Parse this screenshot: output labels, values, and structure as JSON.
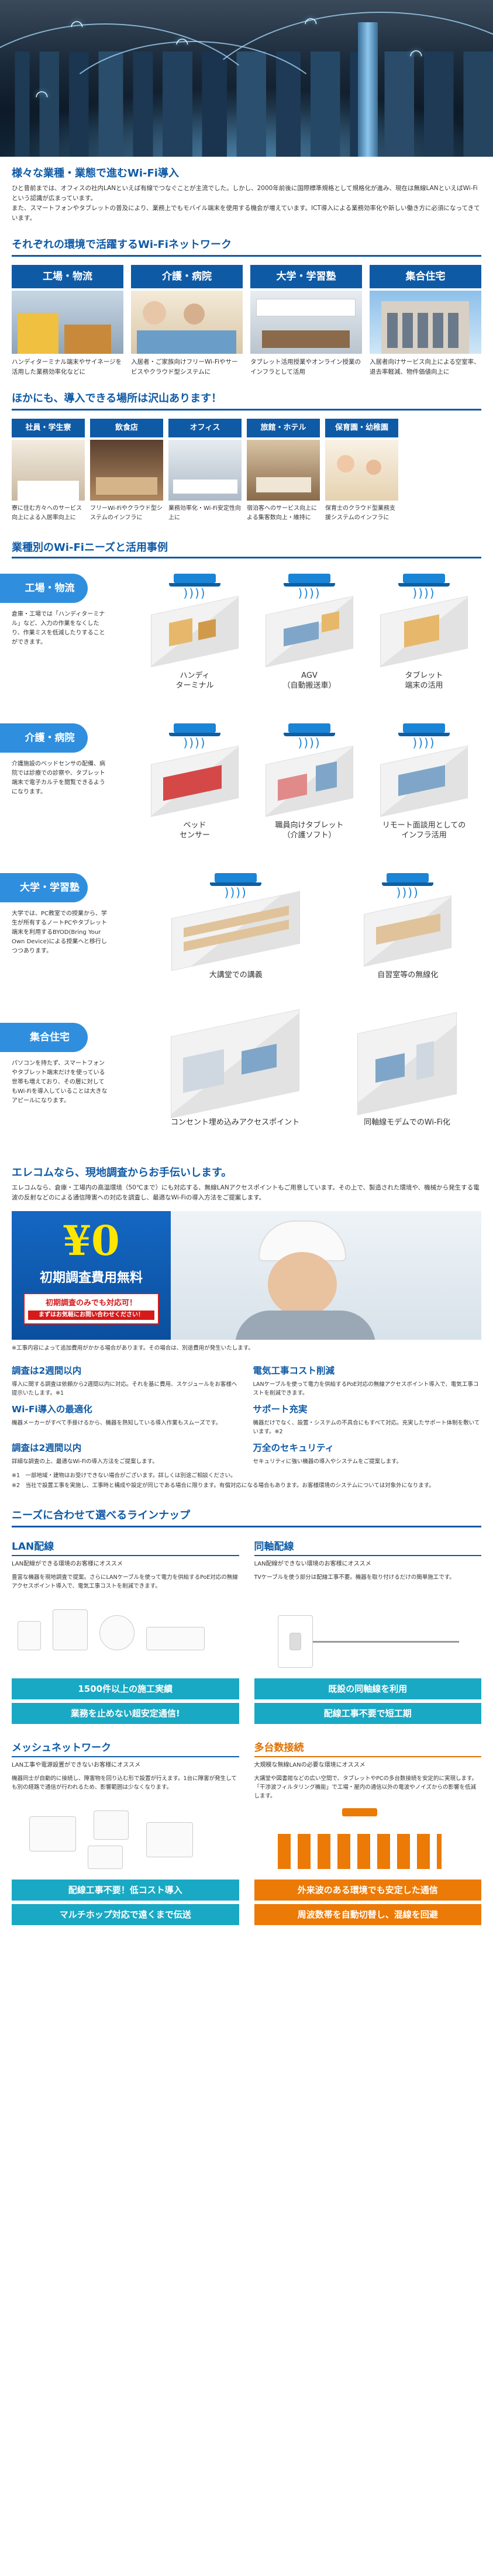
{
  "intro": {
    "title": "様々な業種・業態で進むWi-Fi導入",
    "text1": "ひと昔前までは、オフィスの社内LANといえば有線でつなぐことが主流でした。しかし、2000年前後に国際標準規格として規格化が進み、現在は無線LANといえばWi-Fiという認識が広まっています。",
    "text2": "また、スマートフォンやタブレットの普及により、業務上でもモバイル端末を使用する機会が増えています。ICT導入による業務効率化や新しい働き方に必須になってきています。"
  },
  "env": {
    "title": "それぞれの環境で活躍するWi-Fiネットワーク",
    "cards": [
      {
        "label": "工場・物流",
        "text": "ハンディターミナル端末やサイネージを活用した業務効率化などに"
      },
      {
        "label": "介護・病院",
        "text": "入居者・ご家族向けフリーWi-Fiやサービスやクラウド型システムに"
      },
      {
        "label": "大学・学習塾",
        "text": "タブレット活用授業やオンライン授業のインフラとして活用"
      },
      {
        "label": "集合住宅",
        "text": "入居者向けサービス向上による空室率、退去率軽減、物件価値向上に"
      }
    ]
  },
  "places": {
    "title": "ほかにも、導入できる場所は沢山あります！",
    "cards": [
      {
        "label": "社員・学生寮",
        "text": "寮に住む方々へのサービス向上による入居率向上に"
      },
      {
        "label": "飲食店",
        "text": "フリーWi-Fiやクラウド型システムのインフラに"
      },
      {
        "label": "オフィス",
        "text": "業務効率化・Wi-Fi安定性向上に"
      },
      {
        "label": "旅館・ホテル",
        "text": "宿泊客へのサービス向上による集客数向上・維持に"
      },
      {
        "label": "保育園・幼稚園",
        "text": "保育士のクラウド型業務支援システムのインフラに"
      }
    ]
  },
  "usecases": {
    "title": "業種別のWi-Fiニーズと活用事例",
    "items": [
      {
        "tag": "工場・物流",
        "text": "倉庫・工場では「ハンディターミナル」など、入力の作業をなくしたり、作業ミスを低減したりすることができます。",
        "caps": [
          "ハンディ\nターミナル",
          "AGV\n（自動搬送車）",
          "タブレット\n端末の活用"
        ]
      },
      {
        "tag": "介護・病院",
        "text": "介護施設のベッドセンサの配備、病院では診療での診察や、タブレット端末で電子カルテを閲覧できるようになります。",
        "caps": [
          "ベッド\nセンサー",
          "職員向けタブレット\n（介護ソフト）",
          "リモート面談用としての\nインフラ活用"
        ]
      },
      {
        "tag": "大学・学習塾",
        "text": "大学では、PC教室での授業から、学生が所有するノートPCやタブレット端末を利用するBYOD(Bring Your Own Device)による授業へと移行しつつあります。",
        "caps": [
          "大講堂での講義",
          "自習室等の無線化"
        ]
      },
      {
        "tag": "集合住宅",
        "text": "パソコンを持たず、スマートフォンやタブレット端末だけを使っている世帯も増えており、その層に対してもWi-Fiを導入していることは大きなアピールになります。",
        "caps": [
          "コンセント埋め込みアクセスポイント",
          "同軸線モデムでのWi-Fi化"
        ]
      }
    ]
  },
  "survey": {
    "title": "エレコムなら、現地調査からお手伝いします。",
    "text": "エレコムなら、倉庫・工場内の高温環境（50℃まで）にも対応する、無線LANアクセスポイントもご用意しています。その上で、製造された環境や、機械から発生する電波の反射などのによる通信障害への対応を調査し、最適なWi-Fiの導入方法をご提案します。",
    "zero": "¥0",
    "promo_title": "初期調査費用無料",
    "promo_box": "初期調査のみでも対応可！",
    "promo_small": "まずはお気軽にお問い合わせください！",
    "note": "※工事内容によって追加費用がかかる場合があります。その場合は、別途費用が発生いたします。"
  },
  "features": [
    {
      "title": "調査は2週間以内",
      "text": "導入に関する調査は依頼から2週間以内に対応。それを基に費用、スケジュールをお客様へ提示いたします。※1"
    },
    {
      "title": "電気工事コスト削減",
      "text": "LANケーブルを使って電力を供給するPoE対応の無線アクセスポイント導入で、電気工事コストを削減できます。"
    },
    {
      "title": "Wi-Fi導入の最適化",
      "text": "機器メーカーがすべて手掛けるから、機器を熟知している導入作業もスムーズです。"
    },
    {
      "title": "サポート充実",
      "text": "機器だけでなく、設置・システムの不具合にもすべて対応。充実したサポート体制を敷いています。※2"
    },
    {
      "title": "調査は2週間以内",
      "text": "詳細な調査の上、最適なWi-Fiの導入方法をご提案します。"
    },
    {
      "title": "万全のセキュリティ",
      "text": "セキュリティに強い機器の導入やシステムをご提案します。"
    }
  ],
  "footnotes": [
    "※1　一部地域・建物はお受けできない場合がございます。詳しくは別途ご相談ください。",
    "※2　当社で設置工事を実施し、工事時と構成や設定が同じである場合に限ります。有償対応になる場合もあります。お客様環境のシステムについては対象外になります。"
  ],
  "lineup": {
    "title": "ニーズに合わせて選べるラインナップ",
    "items": [
      {
        "title": "LAN配線",
        "sub": "LAN配線ができる環境のお客様にオススメ",
        "text": "豊富な機器を現地調査で提案。さらにLANケーブルを使って電力を供給するPoE対応の無線アクセスポイント導入で、電気工事コストを削減できます。",
        "b1": "1500件以上の施工実績",
        "b2": "業務を止めない超安定通信!"
      },
      {
        "title": "同軸配線",
        "sub": "LAN配線ができない環境のお客様にオススメ",
        "text": "TVケーブルを使う部分は配線工事不要。機器を取り付けるだけの簡単施工です。",
        "b1": "既設の同軸線を利用",
        "b2": "配線工事不要で短工期"
      },
      {
        "title": "メッシュネットワーク",
        "sub": "LAN工事や電源設置ができないお客様にオススメ",
        "text": "機器同士が自動的に接続し、障害物を回り込む形で設置が行えます。1台に障害が発生しても別の経路で通信が行われるため、影響範囲は少なくなります。",
        "b1": "配線工事不要！低コスト導入",
        "b2": "マルチホップ対応で遠くまで伝送"
      },
      {
        "title": "多台数接続",
        "sub": "大規模な無線LANの必要な環境にオススメ",
        "text": "大講堂や図書館などの広い空間で、タブレットやPCの多台数接続を安定的に実現します。「干渉波フィルタリング機能」で工場・屋内の通信以外の電波やノイズからの影響を低減します。",
        "b1": "外来波のある環境でも安定した通信",
        "b2": "周波数帯を自動切替し、混線を回避"
      }
    ]
  },
  "colors": {
    "primary": "#0f5aa5",
    "accent": "#2f8fde",
    "teal": "#1aa9c4",
    "orange": "#ec7a06",
    "yellow": "#ffe600"
  }
}
